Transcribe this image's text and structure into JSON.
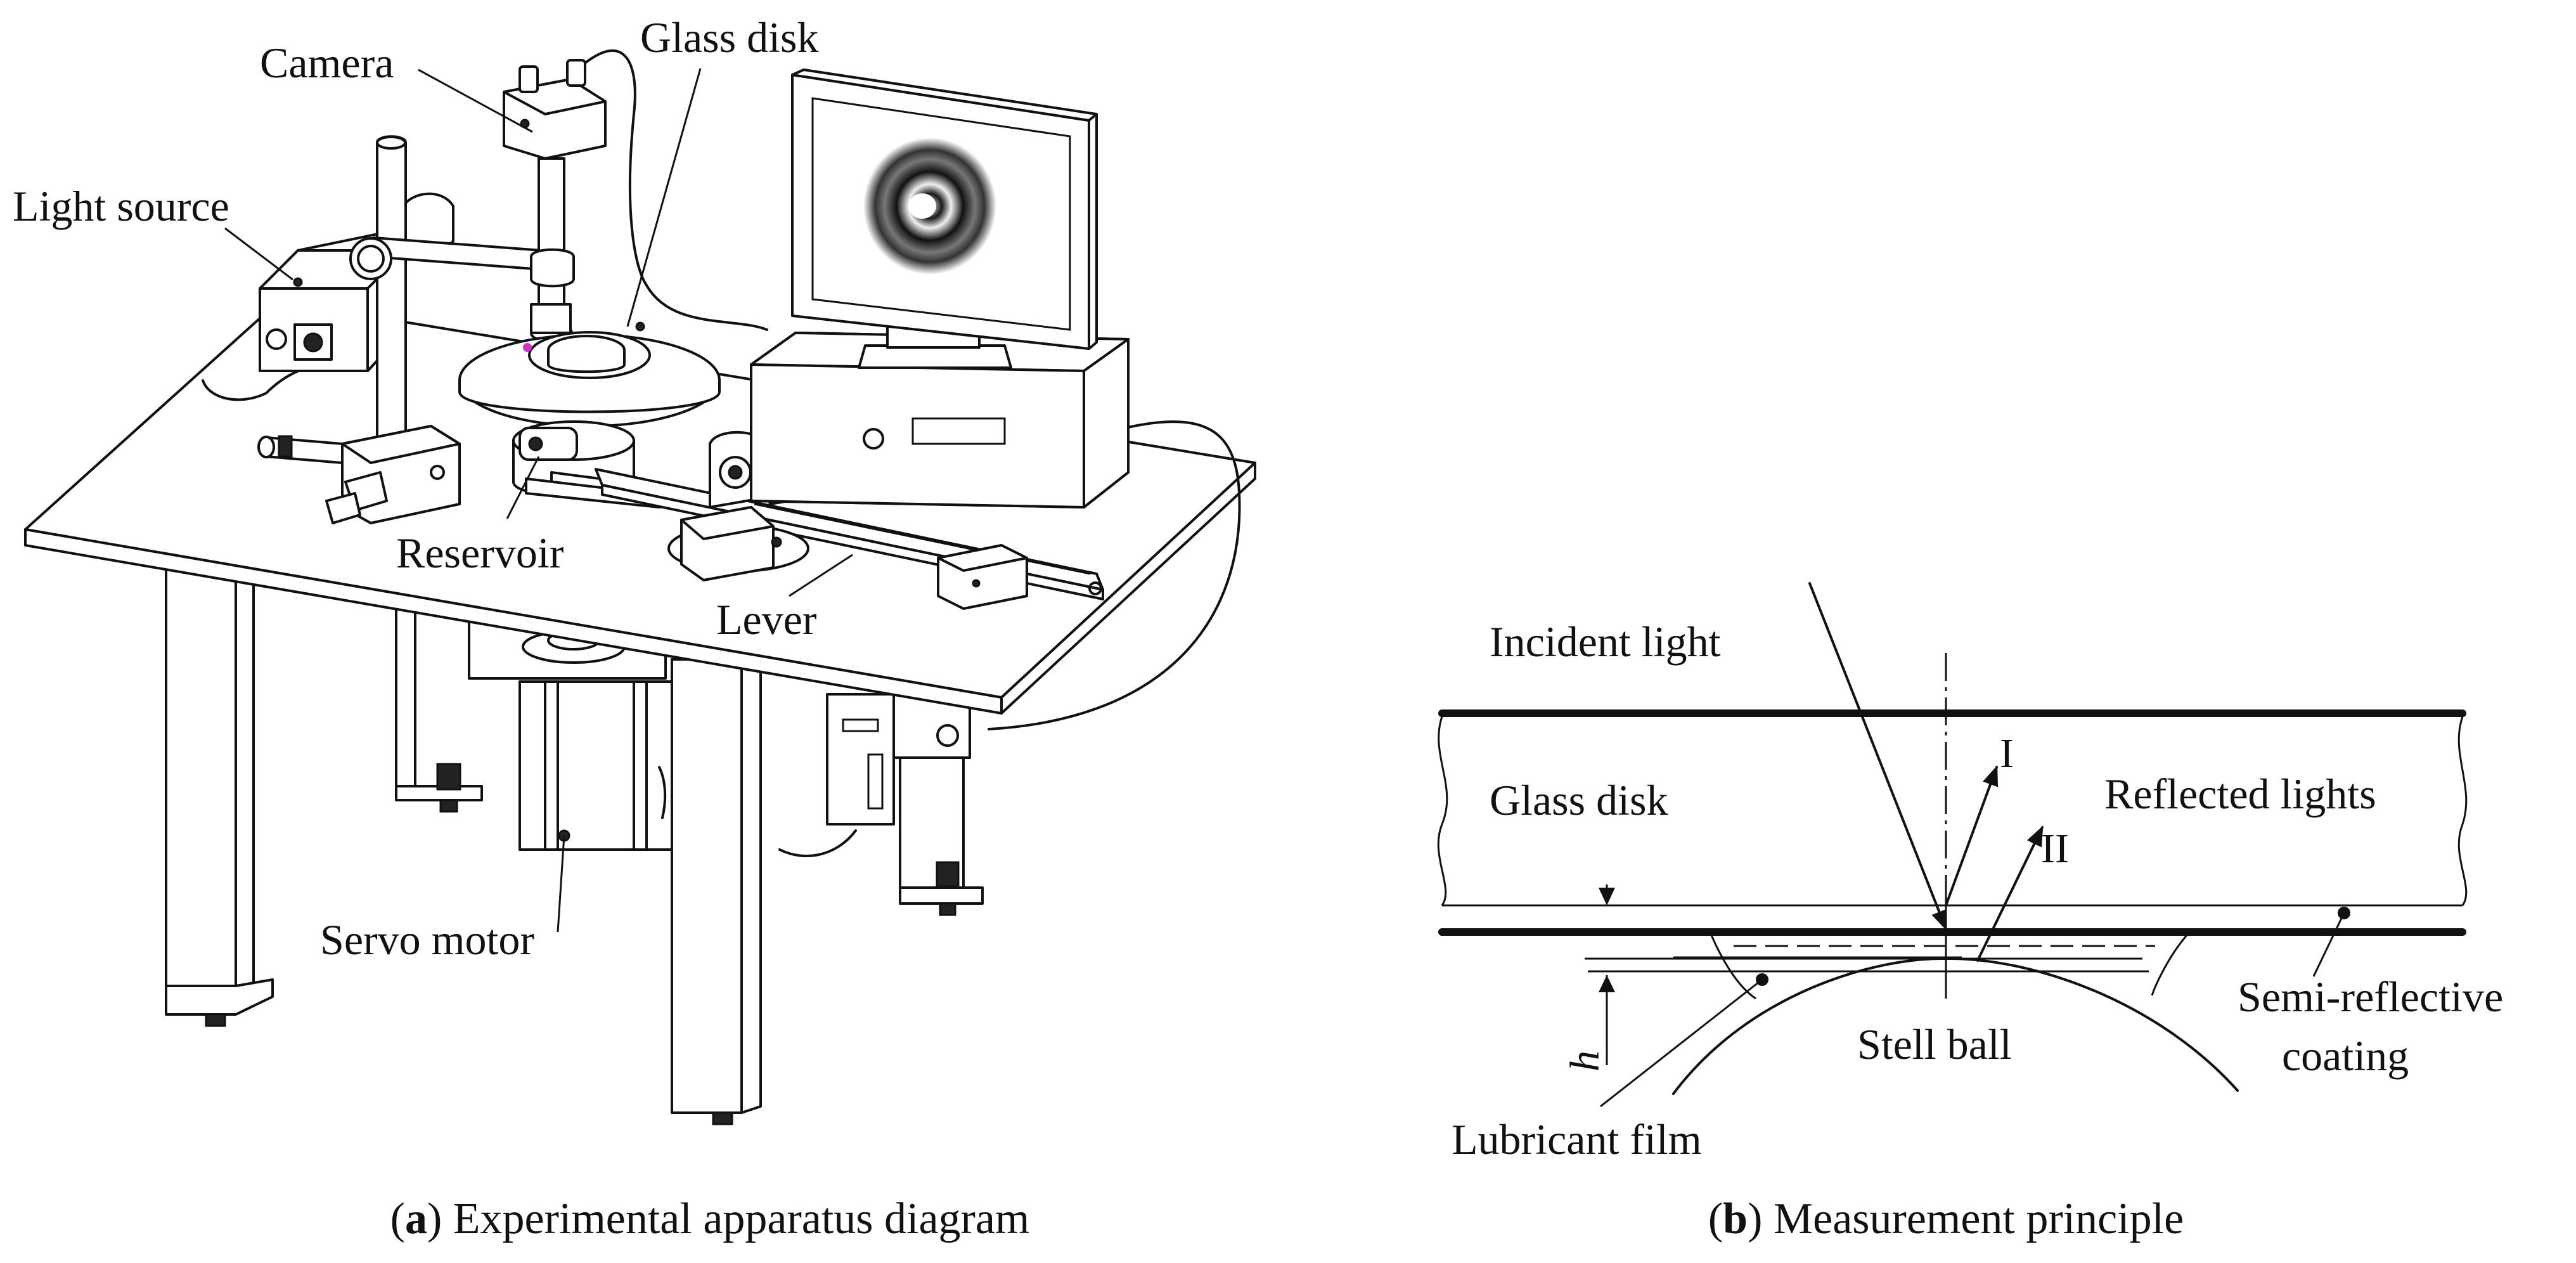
{
  "panel_a": {
    "labels": {
      "camera": "Camera",
      "glass_disk": "Glass disk",
      "light_source": "Light source",
      "reservoir": "Reservoir",
      "lever": "Lever",
      "servo_motor": "Servo motor"
    },
    "caption_letter": "a",
    "caption_text": "Experimental apparatus diagram"
  },
  "panel_b": {
    "labels": {
      "incident_light": "Incident light",
      "glass_disk": "Glass disk",
      "reflected_lights": "Reflected lights",
      "ray_1": "I",
      "ray_2": "II",
      "film_height": "h",
      "steel_ball": "Stell ball",
      "coating_line1": "Semi-reflective",
      "coating_line2": "coating",
      "lubricant_film": "Lubricant film"
    },
    "caption_letter": "b",
    "caption_text": "Measurement principle"
  }
}
